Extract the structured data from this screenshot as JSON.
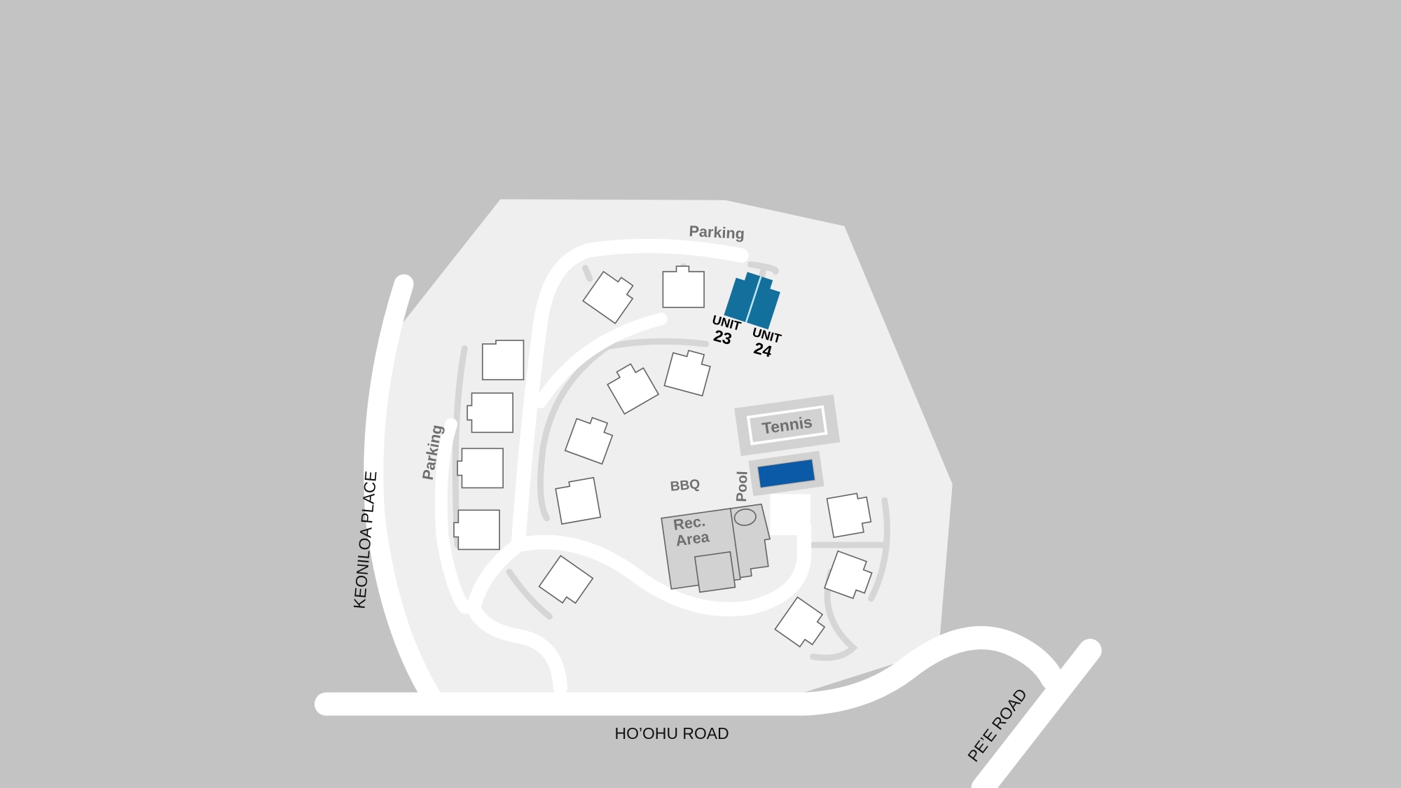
{
  "map": {
    "roads": {
      "keoniloa": "KEONILOA PLACE",
      "hoohu": "HO’OHU ROAD",
      "pee": "PE’E ROAD"
    },
    "amenities": {
      "parking_top": "Parking",
      "parking_left": "Parking",
      "tennis": "Tennis",
      "pool": "Pool",
      "bbq": "BBQ",
      "rec_line1": "Rec.",
      "rec_line2": "Area"
    },
    "highlighted_units": [
      {
        "label": "UNIT",
        "number": "23"
      },
      {
        "label": "UNIT",
        "number": "24"
      }
    ],
    "colors": {
      "background": "#c3c3c3",
      "site": "#efefef",
      "highlight_unit": "#136f9c",
      "pool": "#0b5aa8",
      "amenity": "#d2d2d2"
    }
  }
}
